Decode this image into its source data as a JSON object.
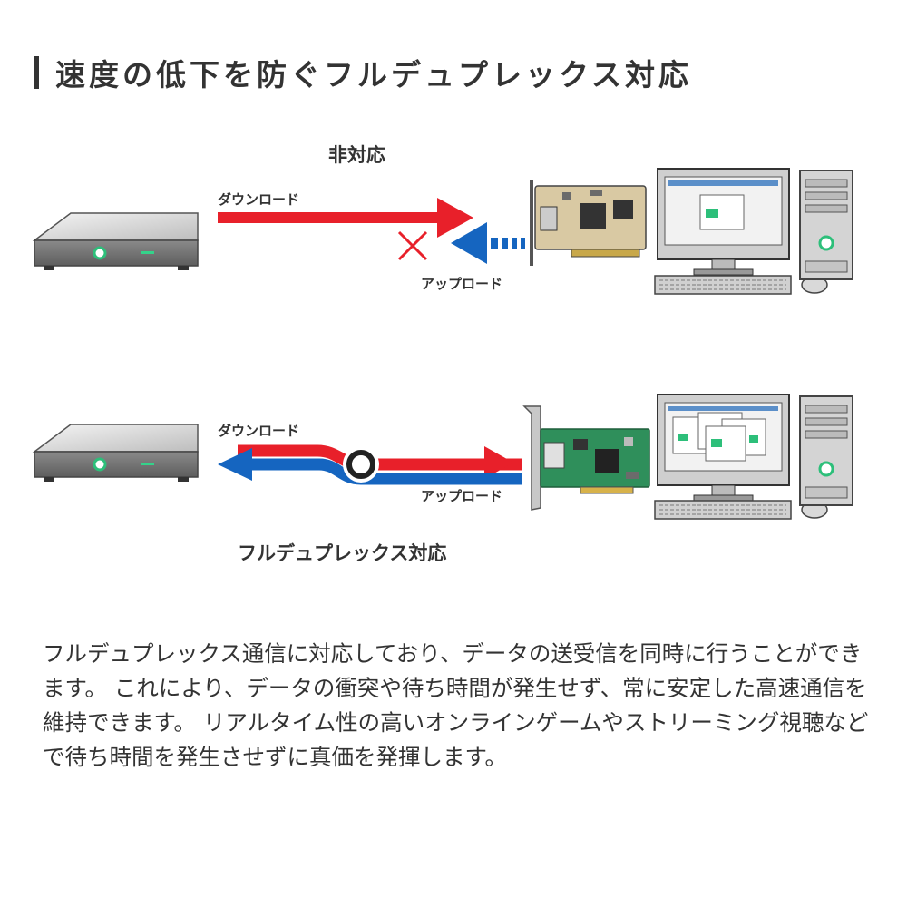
{
  "heading": "速度の低下を防ぐフルデュプレックス対応",
  "diagram": {
    "non_supported_label": "非対応",
    "supported_label": "フルデュプレックス対応",
    "top": {
      "download_label": "ダウンロード",
      "upload_label": "アップロード"
    },
    "bottom": {
      "download_label": "ダウンロード",
      "upload_label": "アップロード"
    },
    "colors": {
      "download": "#e8202a",
      "upload": "#1565c0",
      "pcb": "#2f8f5b"
    }
  },
  "description": "フルデュプレックス通信に対応しており、データの送受信を同時に行うことができます。 これにより、データの衝突や待ち時間が発生せず、常に安定した高速通信を維持できます。 リアルタイム性の高いオンラインゲームやストリーミング視聴などで待ち時間を発生させずに真価を発揮します。"
}
